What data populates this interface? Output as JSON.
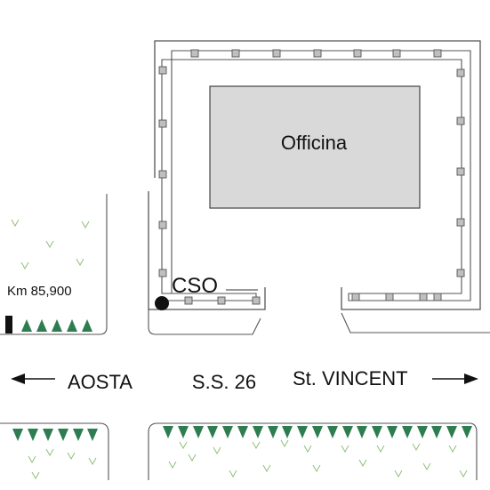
{
  "labels": {
    "building": "Officina",
    "cso": "CSO",
    "km": "Km 85,900",
    "west": "AOSTA",
    "road": "S.S. 26",
    "east": "St. VINCENT"
  },
  "icons": {
    "arrow_west": "arrow-left",
    "arrow_east": "arrow-right",
    "post_marker": "square",
    "cso_marker": "filled-circle",
    "tree": "triangle",
    "grass": "v-tuft",
    "km_post": "black-rectangle"
  },
  "colors": {
    "building_fill": "#d9d9d9",
    "post_fill": "#bfbfbf",
    "tree": "#2e7d50",
    "grass": "#8fbf7a",
    "line": "#555555"
  }
}
